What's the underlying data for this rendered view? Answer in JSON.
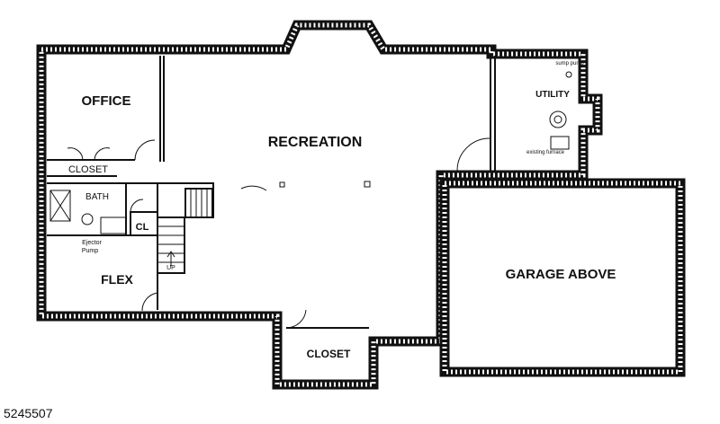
{
  "rooms": {
    "office": "OFFICE",
    "recreation": "RECREATION",
    "utility": "UTILITY",
    "garage": "GARAGE ABOVE",
    "flex": "FLEX",
    "closet_office": "CLOSET",
    "closet_bottom": "CLOSET",
    "bath": "BATH",
    "cl": "CL"
  },
  "fixtures": {
    "sump_pump": "sump pump",
    "existing_furnace": "existing furnace",
    "ejector_pump_line1": "Ejector",
    "ejector_pump_line2": "Pump",
    "stair_up": "UP"
  },
  "listing_id": "5245507"
}
